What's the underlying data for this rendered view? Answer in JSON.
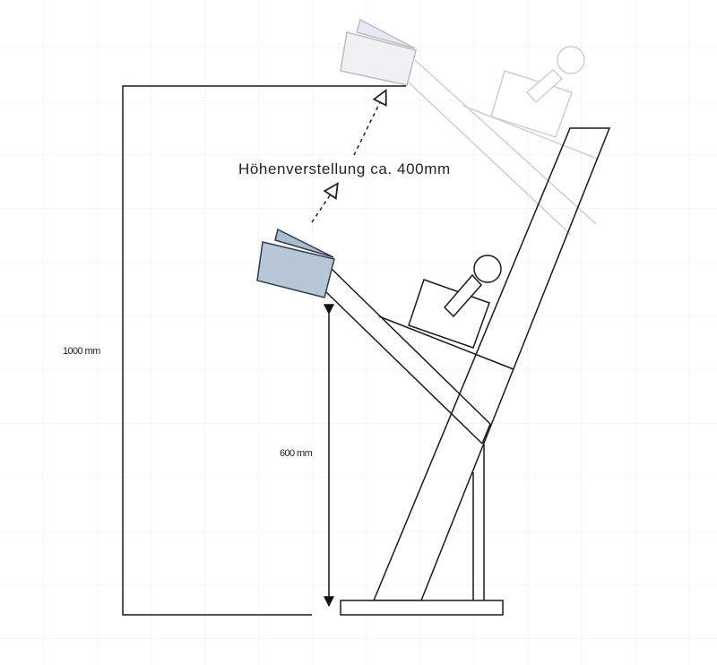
{
  "labels": {
    "height_adjust": "Höhenverstellung ca. 400mm",
    "total_height": "1000 mm",
    "seat_height": "600 mm"
  },
  "colors": {
    "line": "#1a1a1a",
    "faded_line": "#cfcfcf",
    "book_fill": "#b8c7d6",
    "book_stroke": "#2e3d4e",
    "faded_book_fill": "#eff1f4",
    "grid": "#ececec"
  }
}
